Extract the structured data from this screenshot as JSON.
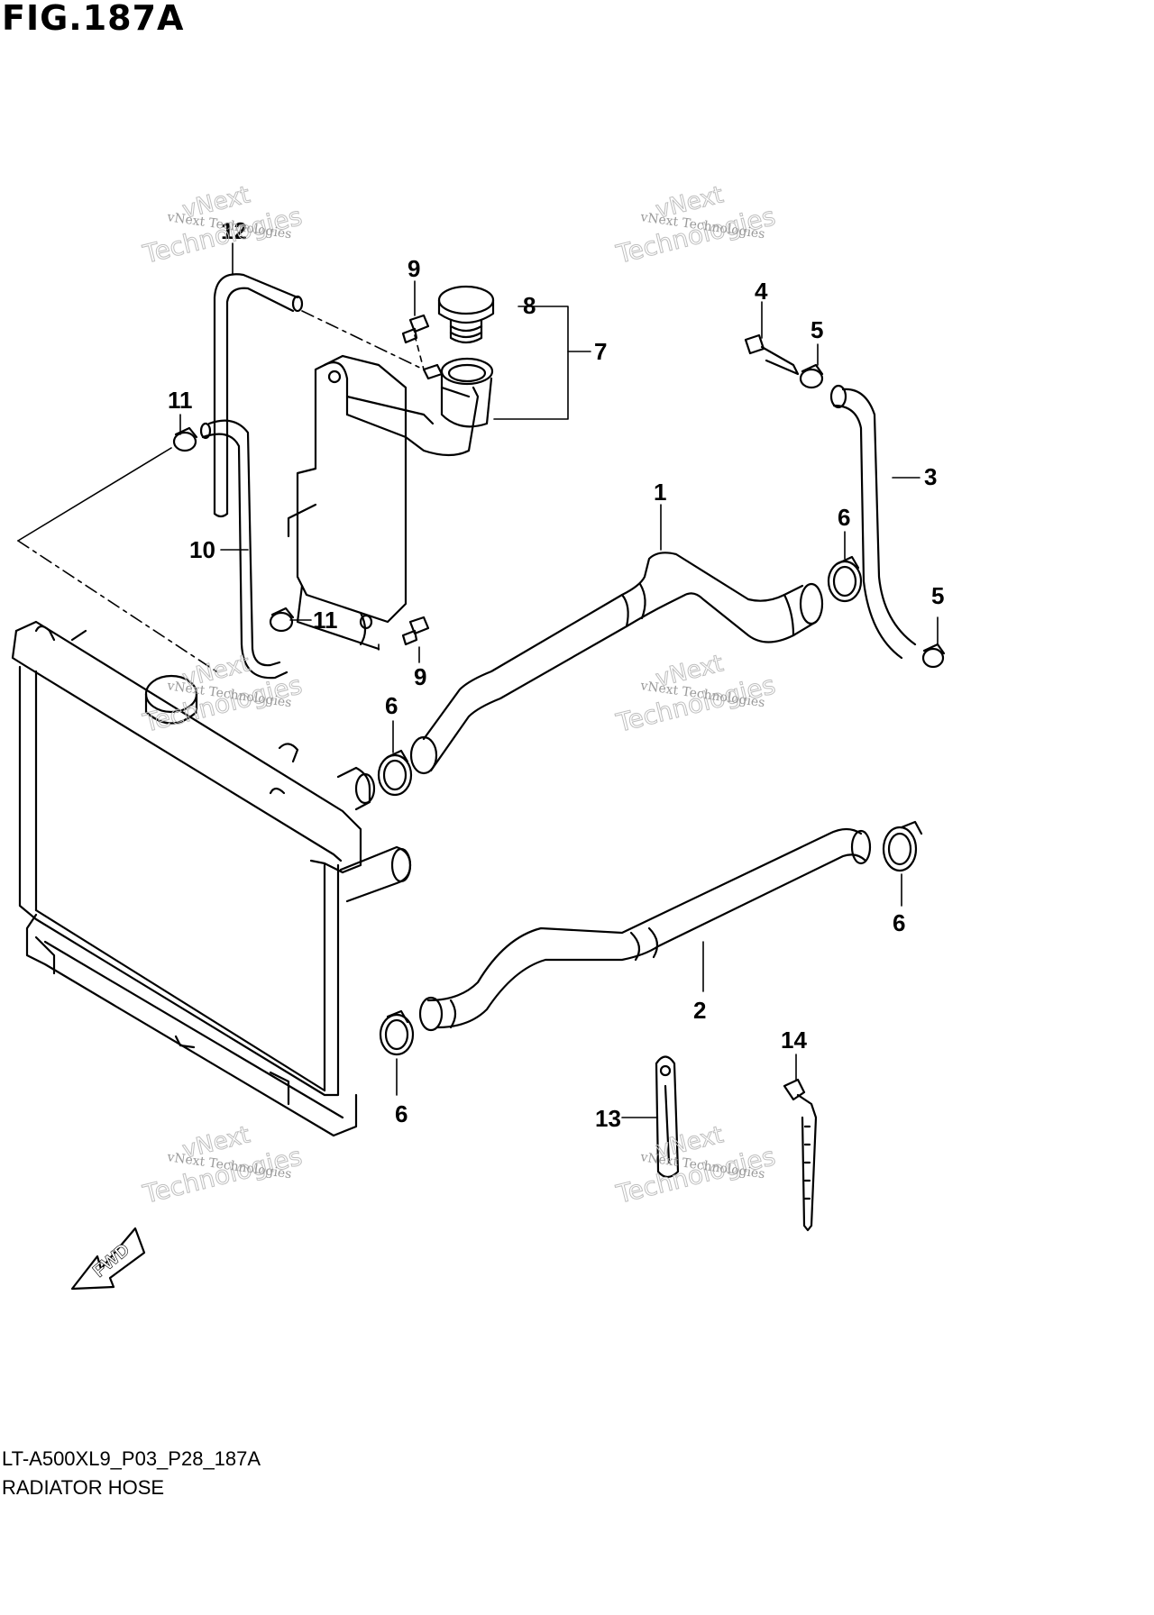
{
  "figure": {
    "title": "FIG.187A",
    "code": "LT-A500XL9_P03_P28_187A",
    "caption": "RADIATOR HOSE",
    "fwd_label": "FWD"
  },
  "watermark": {
    "line1": "vNext",
    "line2": "Technologies",
    "small": "vNext Technologies"
  },
  "callouts": [
    "1",
    "2",
    "3",
    "4",
    "5",
    "5",
    "6",
    "6",
    "6",
    "6",
    "7",
    "8",
    "9",
    "9",
    "10",
    "11",
    "11",
    "12",
    "13",
    "14"
  ]
}
